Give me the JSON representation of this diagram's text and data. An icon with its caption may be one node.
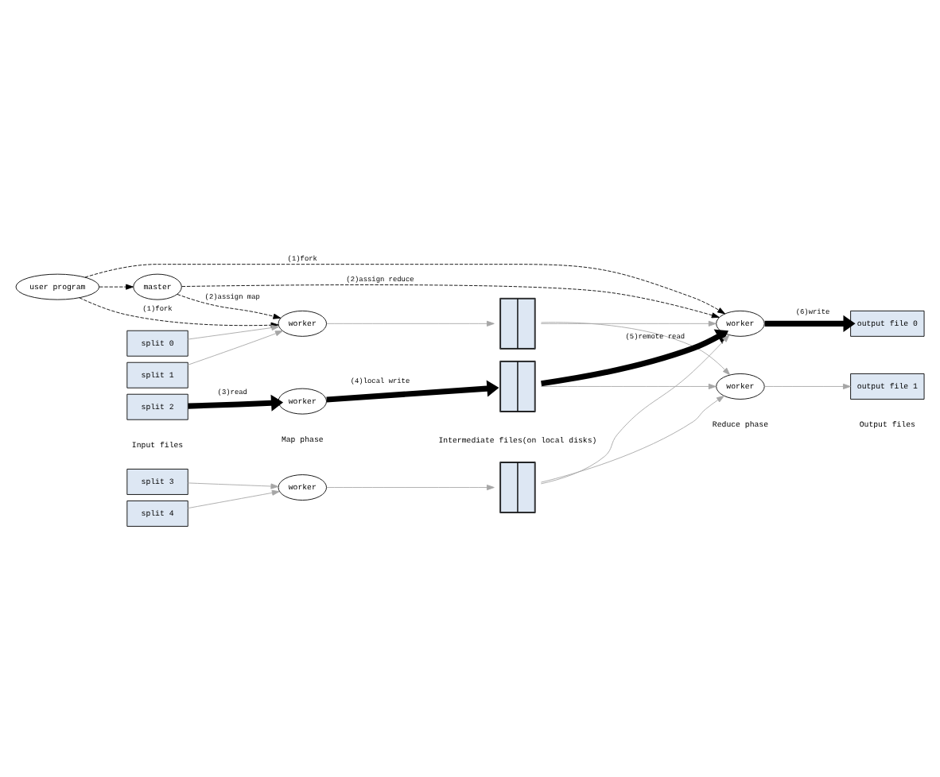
{
  "diagram": {
    "nodes": [
      {
        "text": [
          "user program"
        ]
      },
      {
        "text": [
          "master"
        ]
      },
      {
        "text": [
          "worker"
        ]
      },
      {
        "text": [
          "worker"
        ]
      },
      {
        "text": [
          "worker"
        ]
      },
      {
        "text": [
          "split 0"
        ]
      },
      {
        "text": [
          "split 1"
        ]
      },
      {
        "text": [
          "split 2"
        ]
      },
      {
        "text": [
          "split 3"
        ]
      },
      {
        "text": [
          "split 4"
        ]
      },
      {
        "text": [],
        "shape": "box"
      },
      {
        "text": [],
        "shape": "box"
      },
      {
        "text": [],
        "shape": "box"
      },
      {
        "text": [
          "worker"
        ]
      },
      {
        "text": [
          "worker"
        ]
      },
      {
        "text": [
          "output file 0"
        ]
      },
      {
        "text": [
          "output file 1"
        ]
      }
    ],
    "edges": [
      {
        "from": 0,
        "to": 2,
        "arrow": "to",
        "label": "(1)fork",
        "style": "dashed",
        "color": "#000000"
      },
      {
        "from": 0,
        "to": 1,
        "arrow": "to",
        "style": "dashed",
        "color": "#000000"
      },
      {
        "from": 0,
        "to": 13,
        "arrow": "to",
        "label": "(1)fork",
        "style": "dashed",
        "color": "#000000"
      },
      {
        "from": 1,
        "to": 2,
        "arrow": "to",
        "label": "(2)assign map",
        "style": "dashed",
        "color": "#000000"
      },
      {
        "from": 1,
        "to": 13,
        "arrow": "to",
        "label": "(2)assign reduce",
        "style": "dashed",
        "color": "#000000"
      },
      {
        "from": 5,
        "to": 2,
        "arrow": "to"
      },
      {
        "from": 6,
        "to": 2,
        "arrow": "to"
      },
      {
        "from": 7,
        "to": 3,
        "arrow": "to",
        "label": "(3)read",
        "style": "thick",
        "color": "#000000"
      },
      {
        "from": 8,
        "to": 4,
        "arrow": "to"
      },
      {
        "from": 9,
        "to": 4,
        "arrow": "to"
      },
      {
        "from": 2,
        "to": 10,
        "arrow": "to"
      },
      {
        "from": 3,
        "to": 11,
        "arrow": "to",
        "label": "(4)local write",
        "style": "thick",
        "color": "#000000"
      },
      {
        "from": 4,
        "to": 12,
        "arrow": "to"
      },
      {
        "from": 10,
        "to": 13,
        "arrow": "to"
      },
      {
        "from": 10,
        "to": 14,
        "arrow": "to"
      },
      {
        "from": 11,
        "to": 13,
        "arrow": "to",
        "label": "(5)remote read",
        "style": "thick",
        "color": "#000000"
      },
      {
        "from": 11,
        "to": 14,
        "arrow": "to"
      },
      {
        "from": 12,
        "to": 13,
        "arrow": "to"
      },
      {
        "from": 12,
        "to": 14,
        "arrow": "to"
      },
      {
        "from": 13,
        "to": 15,
        "arrow": "to",
        "label": "(6)write",
        "style": "thick",
        "color": "#000000"
      },
      {
        "from": 14,
        "to": 16,
        "arrow": "to"
      }
    ],
    "labels": [
      "Input files",
      "Map phase",
      "Intermediate files(on local disks)",
      "Reduce phase",
      "Output files"
    ]
  }
}
